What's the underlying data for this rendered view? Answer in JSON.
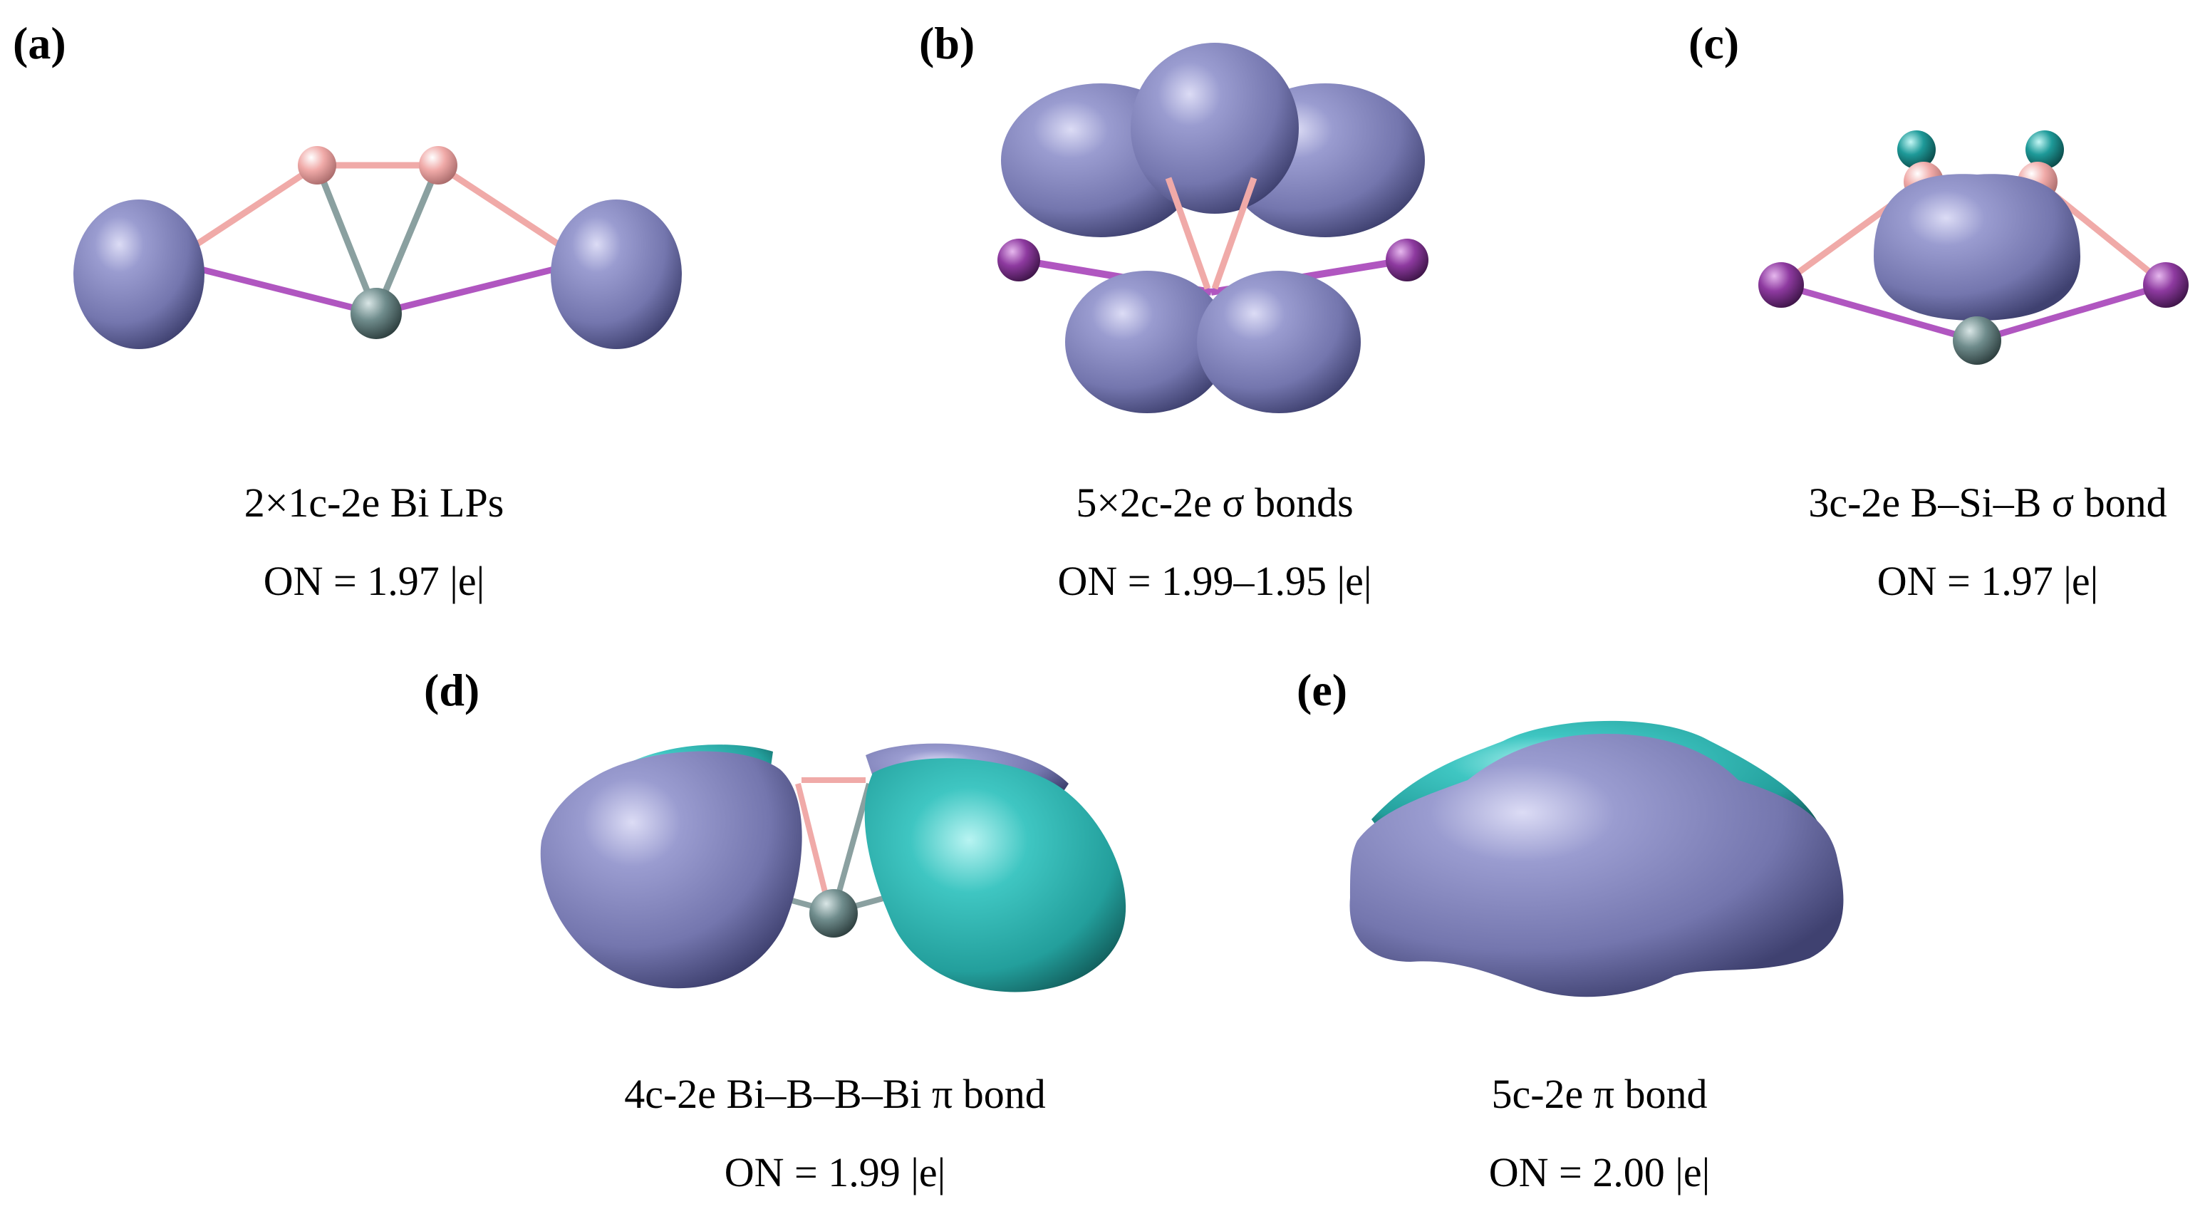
{
  "panels": [
    {
      "id": "a",
      "letter": "(a)",
      "caption_line1": "2×1c-2e Bi LPs",
      "caption_line2": "ON = 1.97 |e|"
    },
    {
      "id": "b",
      "letter": "(b)",
      "caption_line1": "5×2c-2e σ bonds",
      "caption_line2": "ON = 1.99–1.95 |e|"
    },
    {
      "id": "c",
      "letter": "(c)",
      "caption_line1": "3c-2e B–Si–B σ bond",
      "caption_line2": "ON = 1.97 |e|"
    },
    {
      "id": "d",
      "letter": "(d)",
      "caption_line1": "4c-2e Bi–B–B–Bi π bond",
      "caption_line2": "ON = 1.99 |e|"
    },
    {
      "id": "e",
      "letter": "(e)",
      "caption_line1": "5c-2e π bond",
      "caption_line2": "ON = 2.00 |e|"
    }
  ],
  "colors": {
    "lobe_purple": "#7c7fb5",
    "lobe_teal": "#2fb8b4",
    "atom_bi": "#8e3aa0",
    "atom_b": "#f0aaa8",
    "atom_si": "#6f8c8c",
    "atom_teal": "#1e9a99"
  }
}
